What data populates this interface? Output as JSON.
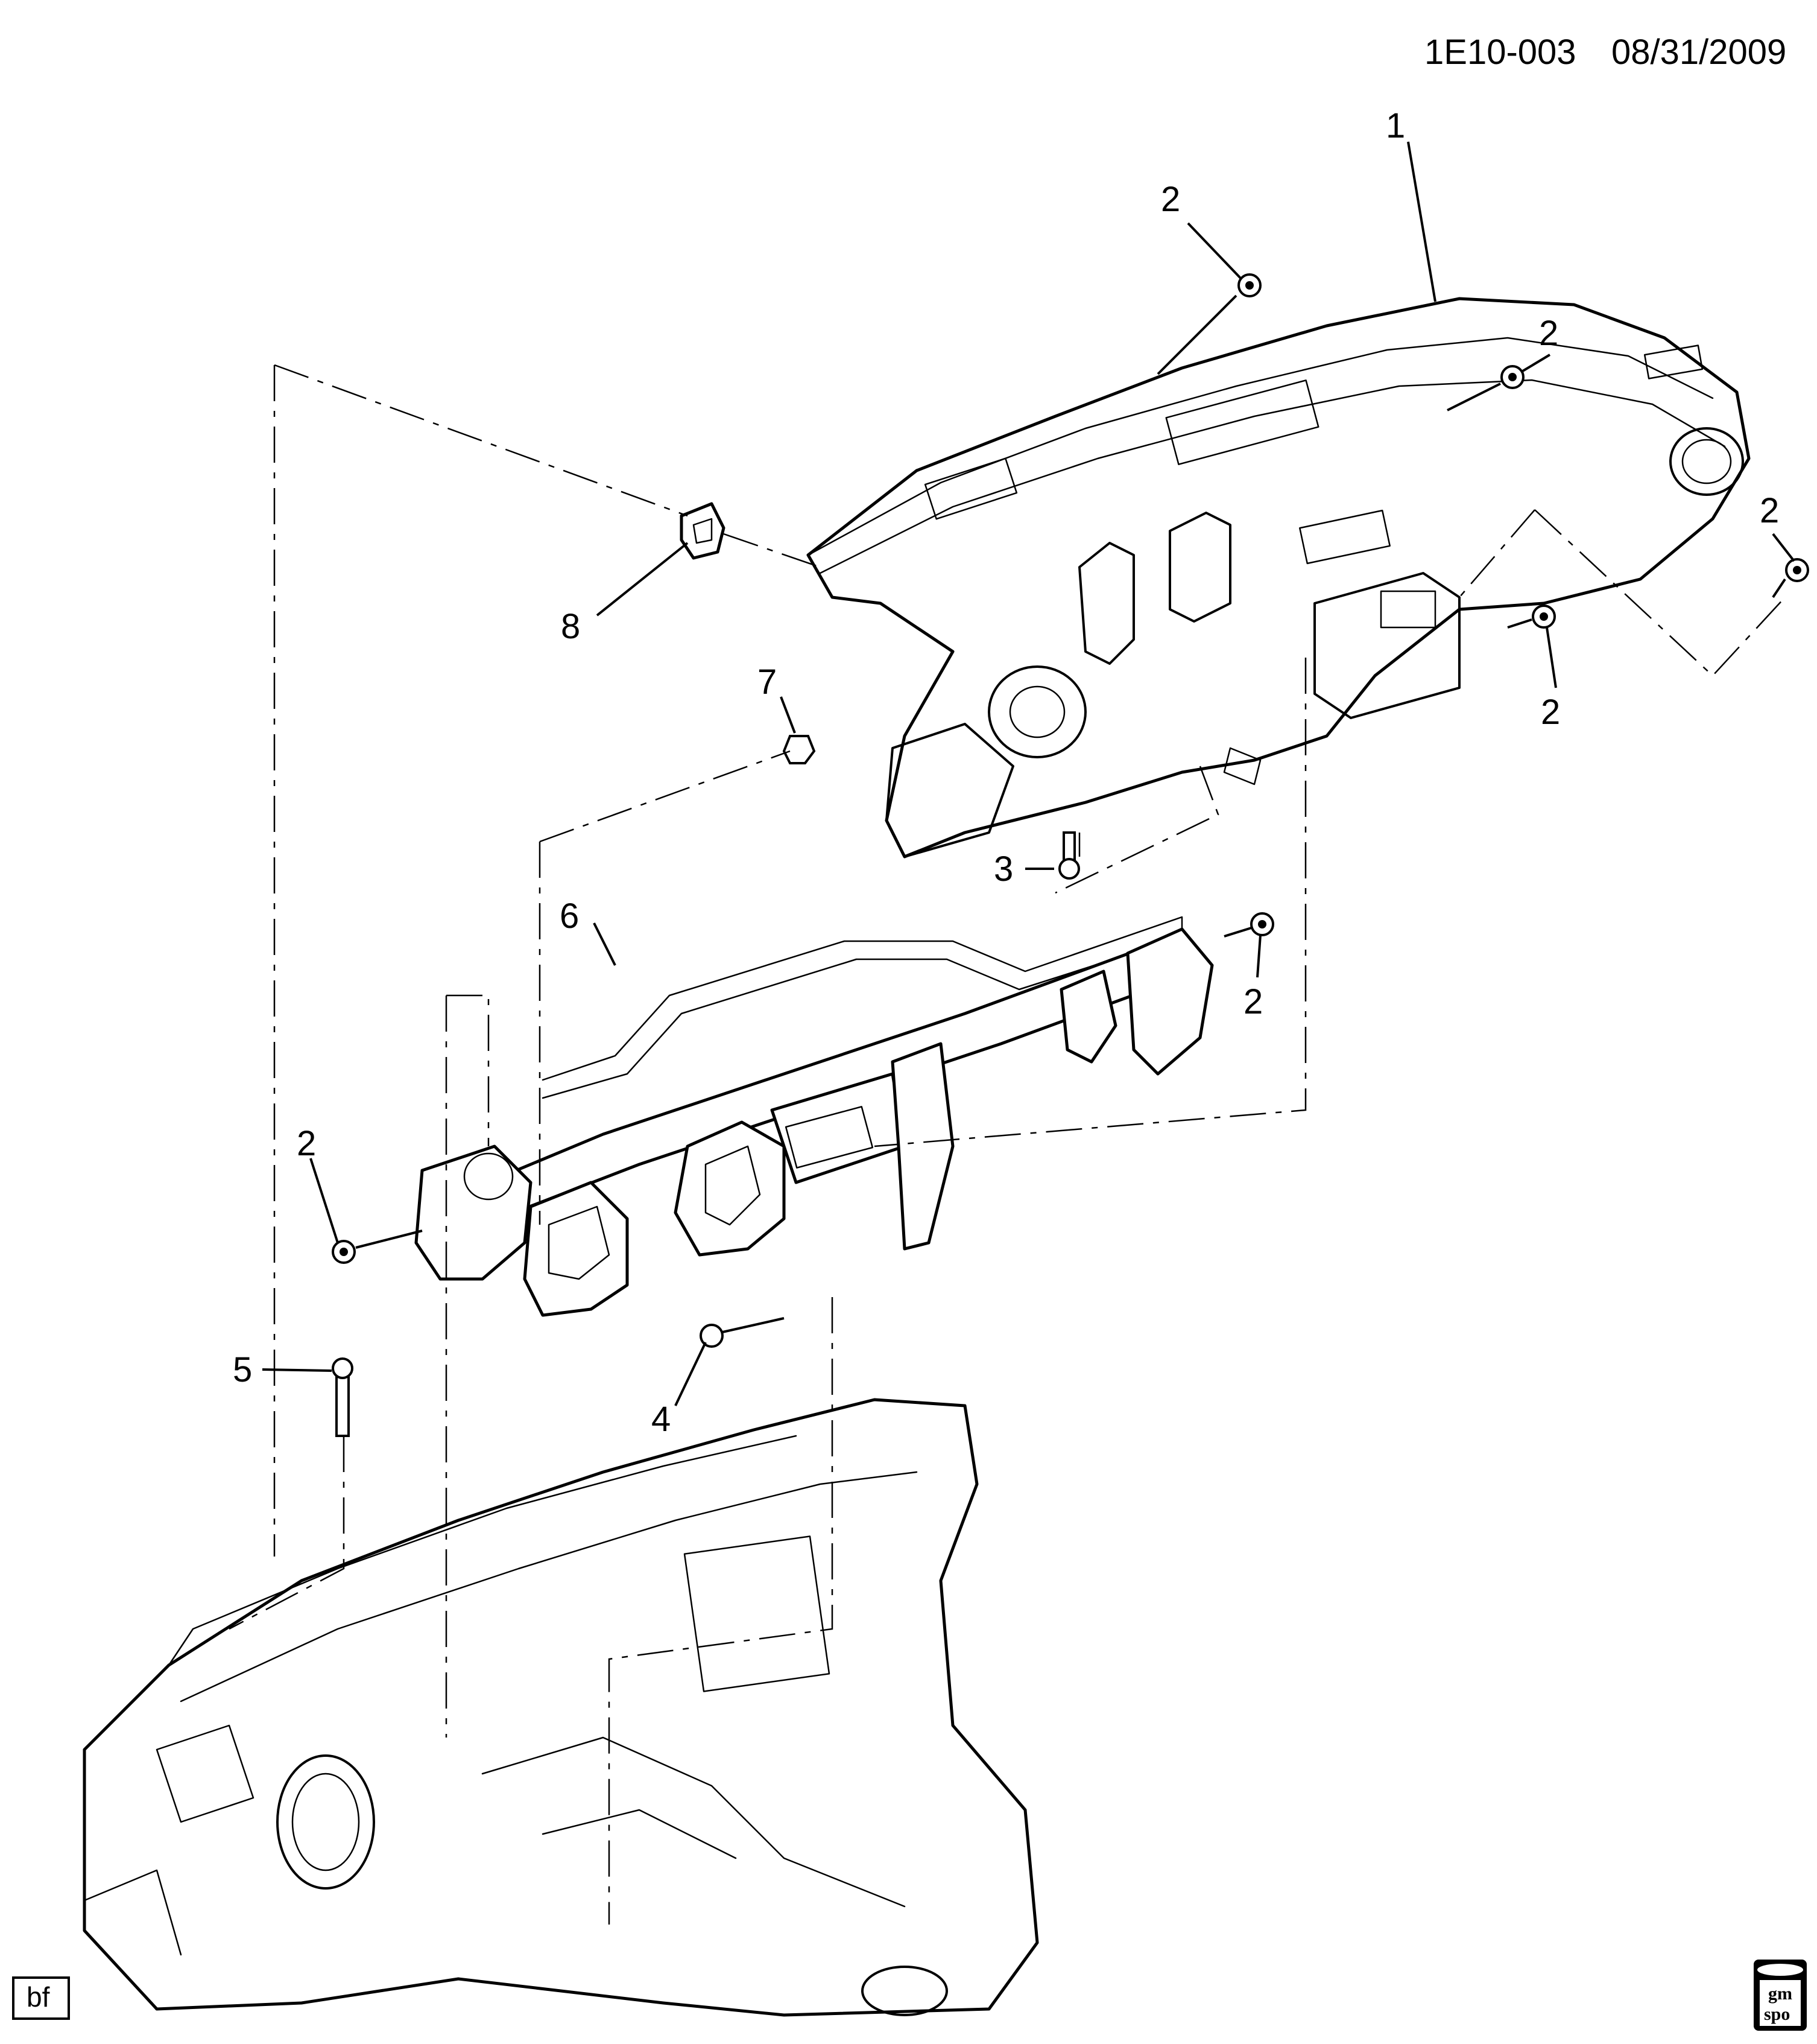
{
  "header": {
    "diagram_id": "1E10-003",
    "date": "08/31/2009"
  },
  "callouts": {
    "c1": "1",
    "c2a": "2",
    "c2b": "2",
    "c2c": "2",
    "c2d": "2",
    "c2e": "2",
    "c2f": "2",
    "c3": "3",
    "c4": "4",
    "c5": "5",
    "c6": "6",
    "c7": "7",
    "c8": "8"
  },
  "footer": {
    "tag": "bf"
  },
  "logo": {
    "line1": "gm",
    "line2": "spo"
  }
}
